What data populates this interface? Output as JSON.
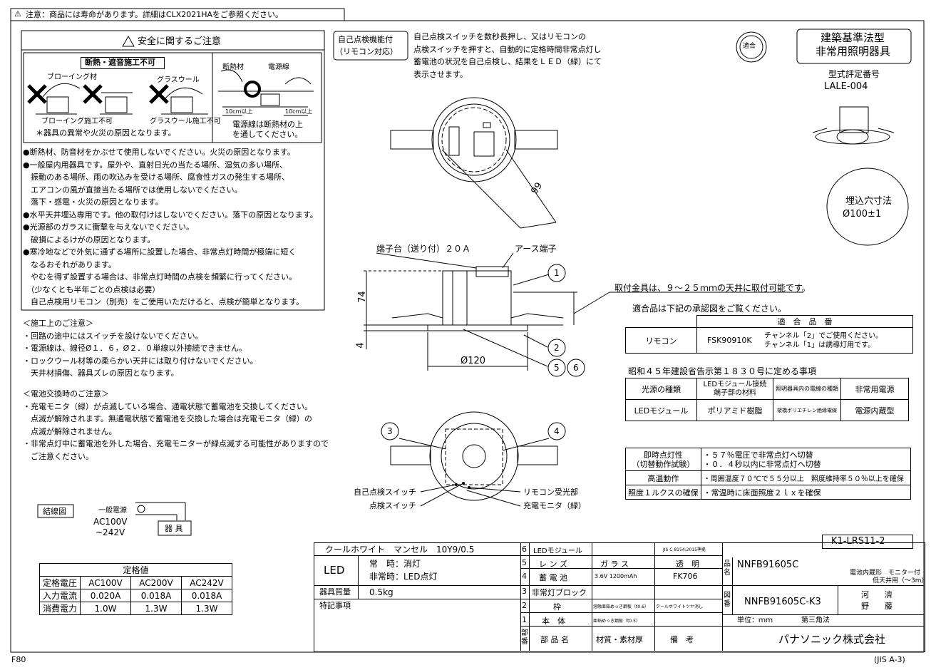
{
  "top_notice": "注意：商品には寿命があります。詳細はCLX2021HAをご参照ください。",
  "safety": {
    "title": "安全に関するご注意",
    "warn_box_title": "断熱・遮音施工不可",
    "label_blowing": "ブローイング材",
    "label_glasswool": "グラスウール",
    "label_blowing_no": "ブローイング施工不可",
    "label_glasswool_no": "グラスウール施工不可",
    "fire_note": "＊器具の異常や火災の原因となります。",
    "label_insul": "断熱材",
    "label_power": "電源線",
    "dim_left": "10cm以上",
    "dim_right": "10cm以上",
    "power_note_1": "電源線は断熱材の上",
    "power_note_2": "を通してください。",
    "lines": [
      "●断熱材、防音材をかぶせて使用しないでください。火災の原因となります。",
      "●一般屋内用器具です。屋外や、直射日光の当たる場所、湿気の多い場所、",
      "　振動のある場所、雨の吹込みを受ける場所、腐食性ガスの発生する場所、",
      "　エアコンの風が直接当たる場所では使用しないでください。",
      "　落下・感電・火災の原因となります。",
      "●水平天井埋込専用です。他の取付けはしないでください。落下の原因となります。",
      "●光源部のガラスに衝撃を与えないでください。",
      "　破損によるけがの原因となります。",
      "●寒冷地などで外気に通ずる場所に設置した場合、非常点灯時間が極端に短く",
      "　なるおそれがあります。",
      "　やむを得ず設置する場合は、非常点灯時間の点検を頻繁に行ってください。",
      "　（少なくとも半年ごとの点検は必要）",
      "　自己点検用リモコン（別売）をご使用いただけると、点検が簡単となります。"
    ]
  },
  "construction": {
    "title": "＜施工上のご注意＞",
    "lines": [
      "・回路の途中にはスイッチを設けないでください。",
      "・電源線は、線径Ø１．６，Ø２．０単線以外接続できません。",
      "・ロックウール材等の柔らかい天井には取り付けないでください。",
      "　天井材損傷、器具ズレの原因となります。"
    ]
  },
  "battery": {
    "title": "＜電池交換時のご注意＞",
    "lines": [
      "・充電モニタ（緑）が点滅している場合、通電状態で蓄電池を交換してください。",
      "　点滅が解除されます。無通電状態で蓄電池を交換した場合は充電モニタ（緑）の",
      "　点滅が解除されません。",
      "",
      "・非常点灯中に蓄電池を外した場合、充電モニターが緑点滅する可能性がありますので",
      "　ご注意ください。"
    ]
  },
  "wiring": {
    "title": "結線図",
    "source_label": "一般電源",
    "voltage_1": "AC100V",
    "voltage_2": "~242V",
    "fixture": "器 具"
  },
  "ratings": {
    "title": "定格値",
    "rows": [
      [
        "定格電圧",
        "AC100V",
        "AC200V",
        "AC242V"
      ],
      [
        "入力電流",
        "0.020A",
        "0.018A",
        "0.018A"
      ],
      [
        "消費電力",
        "1.0W",
        "1.3W",
        "1.3W"
      ]
    ]
  },
  "self_check": {
    "badge_1": "自己点検機能付",
    "badge_2": "（リモコン対応）",
    "lines": [
      "自己点検スイッチを数秒長押し、又はリモコンの",
      "点検スイッチを押すと、自動的に定格時間非常点灯し",
      "蓄電池の状況を自己点検し、結果をＬＥＤ（緑）にて",
      "表示させます。"
    ]
  },
  "drawing": {
    "dim_99": "99",
    "terminal": "端子台（送り付）２０Ａ",
    "earth": "アース端子",
    "dim_74": "74",
    "dim_4": "4",
    "dim_120": "Ø120",
    "mount_note": "取付金具は、９～２５ｍｍの天井に取付可能です。",
    "n1": "1",
    "n2": "2",
    "n3": "3",
    "n4": "4",
    "n5": "5",
    "n6": "6",
    "label_self_switch": "自己点検スイッチ",
    "label_check_switch": "点検スイッチ",
    "label_remote_rx": "リモコン受光部",
    "label_charge_mon": "充電モニタ（緑）"
  },
  "header_right": {
    "stamp_text": "適合",
    "type_1": "建築基準法型",
    "type_2": "非常用照明器具",
    "cert_label": "型式評定番号",
    "cert_no": "LALE-004",
    "hole_1": "埋込穴寸法",
    "hole_2": "Ø100±1"
  },
  "remote": {
    "note": "適合品は下記の承認図をご覧ください。",
    "col_header": "適　合　品　番",
    "row_label": "リモコン",
    "model": "FSK90910K",
    "ch_note_1": "チャンネル「2」でご使用ください。",
    "ch_note_2": "チャンネル「1」は誘導灯用です。"
  },
  "standard": {
    "title": "昭和４５年建設省告示第１８３０号に定める事項",
    "headers": [
      "光源の種類",
      "LEDモジュール接続\n端子部の材料",
      "照明器具内の電線の種類",
      "非常用電源"
    ],
    "values": [
      "LEDモジュール",
      "ポリアミド樹脂",
      "架橋ポリエチレン絶縁電線",
      "電源内蔵型"
    ]
  },
  "performance": {
    "rows": [
      [
        "即時点灯性\n（切替動作試験）",
        "・５７％電圧で非常点灯へ切替\n・０．４秒以内に非常点灯へ切替"
      ],
      [
        "高温動作",
        "・周囲温度７０℃で５５分以上　照度維持率５０％以上を確保"
      ],
      [
        "照度１ルクスの確保",
        "・常温時に床面照度２ｌｘを確保"
      ]
    ]
  },
  "title_block": {
    "drawing_no": "K1-LRS11-2",
    "color": "クールホワイト　マンセル　10Y9/0.5",
    "led": "LED",
    "normal": "常　時：消灯",
    "emergency": "非常時：LED点灯",
    "weight_label": "器具質量",
    "weight": "0.5kg",
    "notes_label": "特記事項",
    "parts": [
      {
        "no": "6",
        "name": "LEDモジュール",
        "material": "",
        "remark": "JIS C 8154:2015準拠"
      },
      {
        "no": "5",
        "name": "レ ン ズ",
        "material": "ガ ラ ス",
        "remark": "透　明"
      },
      {
        "no": "4",
        "name": "蓄 電 池",
        "material": "3.6V 1200mAh",
        "remark": "FK706"
      },
      {
        "no": "3",
        "name": "非常灯ブロック",
        "material": "",
        "remark": ""
      },
      {
        "no": "2",
        "name": "枠",
        "material": "溶融亜鉛めっき鋼板（t0.6）",
        "remark": "クールホワイトツヤ消し"
      },
      {
        "no": "1",
        "name": "本　体",
        "material": "亜鉛めっき鋼板（t0.5）",
        "remark": ""
      }
    ],
    "header_no": "部番",
    "header_name": "部 品 名",
    "header_material": "材質・素材厚",
    "header_remark": "備　考",
    "hin_label": "品名",
    "product": "NNFB91605C",
    "desc_1": "電池内蔵形　モニター付",
    "desc_2": "低天井用（～3m）",
    "zu_label": "図番",
    "drawing_code": "NNFB91605C-K3",
    "name_1": "河　　濟",
    "name_2": "野　　藤",
    "unit": "単位：ｍｍ",
    "angle": "第三角法",
    "company": "パナソニック株式会社"
  },
  "footer": {
    "left": "F80",
    "right": "(JIS A-3)"
  }
}
